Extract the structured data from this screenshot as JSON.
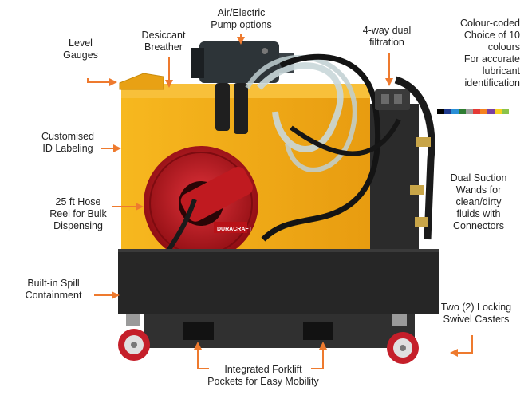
{
  "callouts": {
    "level_gauges": [
      "Level",
      "Gauges"
    ],
    "desiccant_breather": [
      "Desiccant",
      "Breather"
    ],
    "pump_options": [
      "Air/Electric",
      "Pump options"
    ],
    "dual_filtration": [
      "4-way dual",
      "filtration"
    ],
    "colour_coded": [
      "Colour-coded",
      "Choice of 10",
      "colours",
      "For accurate",
      "lubricant",
      "identification"
    ],
    "id_labeling": [
      "Customised",
      "ID Labeling"
    ],
    "hose_reel": [
      "25 ft Hose",
      "Reel for Bulk",
      "Dispensing"
    ],
    "suction_wands": [
      "Dual Suction",
      "Wands for",
      "clean/dirty",
      "fluids with",
      "Connectors"
    ],
    "spill_containment": [
      "Built-in Spill",
      "Containment"
    ],
    "locking_casters": [
      "Two (2) Locking",
      "Swivel Casters"
    ],
    "forklift_pockets": [
      "Integrated Forklift",
      "Pockets for Easy Mobility"
    ]
  },
  "reel_brand": "DURACRAFT",
  "colors": {
    "arrow": "#ee7a2e",
    "tank_yellow": "#f3ad1c",
    "reel_red": "#c0161c",
    "frame_black": "#262626",
    "caster_red": "#c51f2a",
    "swatches": [
      "#000000",
      "#1f3b8f",
      "#2a8fd6",
      "#2e7d32",
      "#9e9e9e",
      "#e53935",
      "#f58220",
      "#7b3fa0",
      "#f7d11e",
      "#8bc34a"
    ]
  }
}
